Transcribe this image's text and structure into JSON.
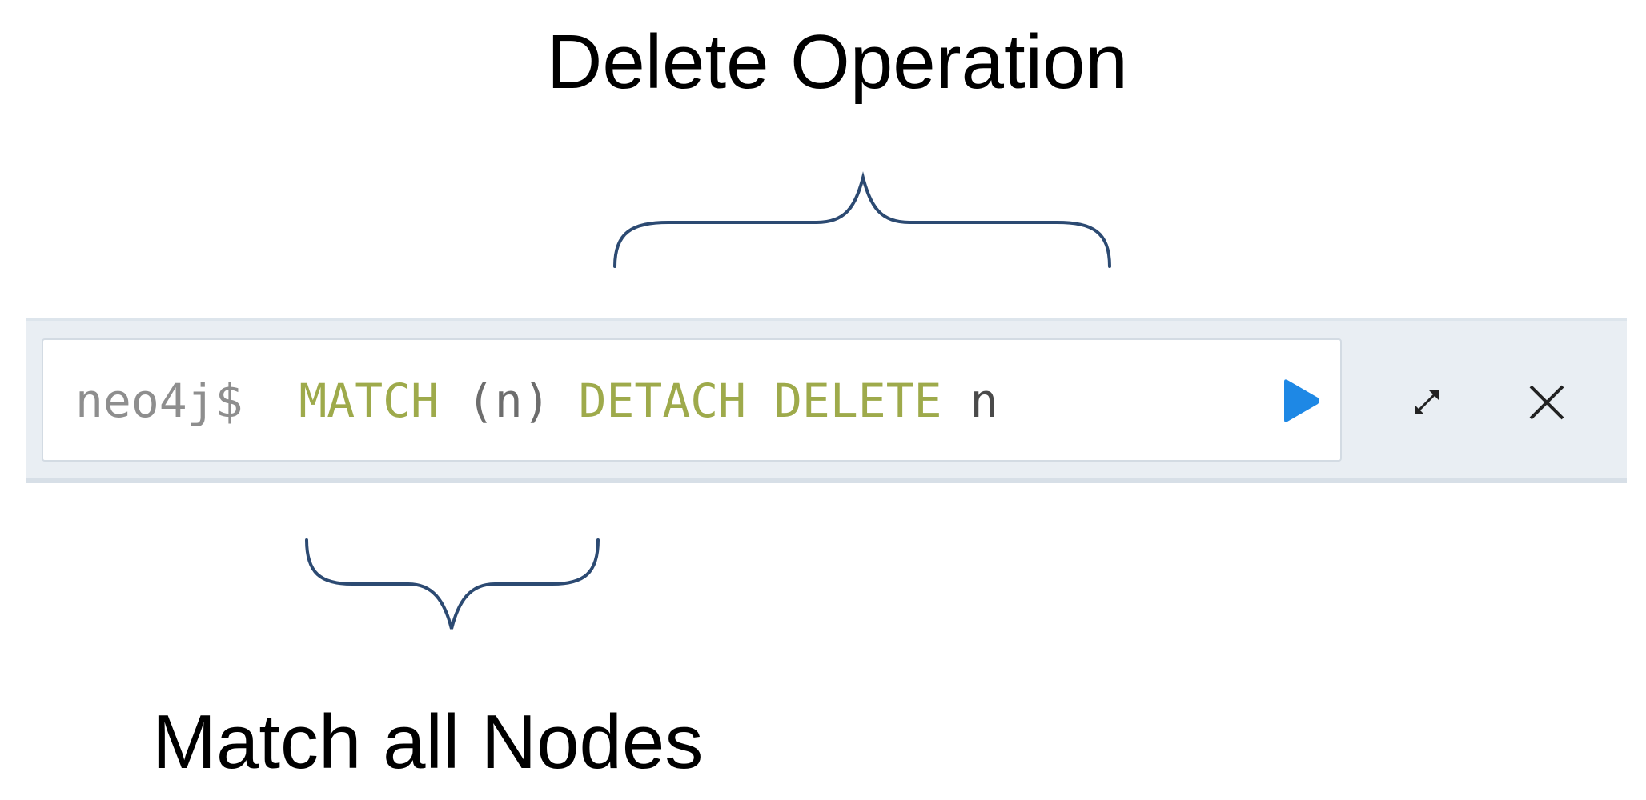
{
  "annotations": {
    "top_label": "Delete Operation",
    "bottom_label": "Match all Nodes"
  },
  "editor": {
    "prompt": "neo4j$",
    "tokens": [
      {
        "text": "MATCH",
        "kind": "keyword"
      },
      {
        "text": "(n)",
        "kind": "punct"
      },
      {
        "text": "DETACH",
        "kind": "keyword"
      },
      {
        "text": "DELETE",
        "kind": "keyword"
      },
      {
        "text": "n",
        "kind": "var"
      }
    ]
  },
  "controls": {
    "run_icon": "play-icon",
    "expand_icon": "expand-icon",
    "close_icon": "close-icon"
  },
  "colors": {
    "brace": "#2c4a72",
    "run_button": "#1e88e5",
    "keyword": "#9eaa4b"
  }
}
